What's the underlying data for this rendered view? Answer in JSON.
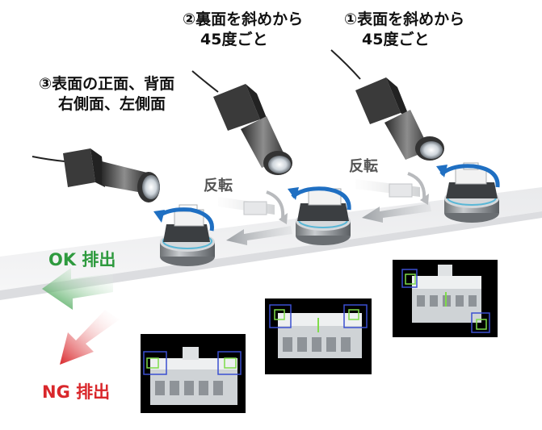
{
  "labels": {
    "camera1_line1": "①表面を斜めから",
    "camera1_line2": "45度ごと",
    "camera2_line1": "②裏面を斜めから",
    "camera2_line2": "45度ごと",
    "camera3_line1": "③表面の正面、背面",
    "camera3_line2": "右側面、左側面",
    "flip_1": "反転",
    "flip_2": "反転",
    "ok_out": "OK 排出",
    "ng_out": "NG 排出"
  },
  "colors": {
    "ok_green": "#2e9a3e",
    "ng_red": "#d9272b",
    "rotate_blue": "#1f6fc2",
    "detect_green": "#7fdc4a",
    "detect_blue": "#3a4fd0"
  },
  "icons": [
    "camera-icon",
    "rotation-arrow-icon",
    "conveyor-arrow-icon",
    "flip-gripper-icon",
    "ok-arrow-icon",
    "ng-arrow-icon"
  ]
}
